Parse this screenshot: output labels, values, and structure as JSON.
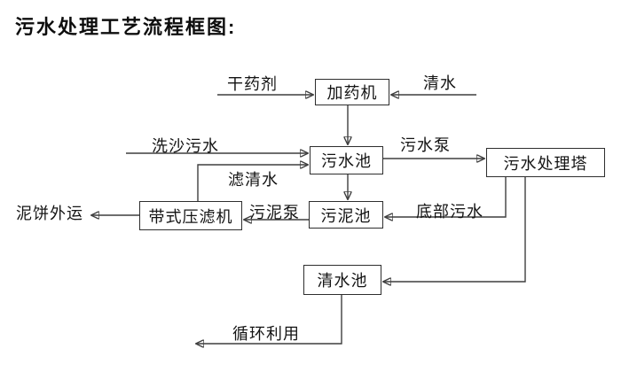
{
  "title": "污水处理工艺流程框图:",
  "diagram": {
    "type": "flowchart",
    "nodes": [
      {
        "id": "dosing-machine",
        "label": "加药机"
      },
      {
        "id": "sewage-pool",
        "label": "污水池"
      },
      {
        "id": "sewage-treatment-tower",
        "label": "污水处理塔"
      },
      {
        "id": "sludge-pool",
        "label": "污泥池"
      },
      {
        "id": "belt-filter-press",
        "label": "带式压滤机"
      },
      {
        "id": "clean-water-pool",
        "label": "清水池"
      }
    ],
    "flow_labels": [
      {
        "id": "dry-agent",
        "label": "干药剂"
      },
      {
        "id": "clean-water",
        "label": "清水"
      },
      {
        "id": "sand-washing-sewage",
        "label": "洗沙污水"
      },
      {
        "id": "sewage-pump",
        "label": "污水泵"
      },
      {
        "id": "filtered-water",
        "label": "滤清水"
      },
      {
        "id": "sludge-pump",
        "label": "污泥泵"
      },
      {
        "id": "bottom-sewage",
        "label": "底部污水"
      },
      {
        "id": "mud-cake-transport",
        "label": "泥饼外运"
      },
      {
        "id": "recycling",
        "label": "循环利用"
      }
    ],
    "edges": [
      {
        "from": "干药剂",
        "to": "加药机"
      },
      {
        "from": "清水",
        "to": "加药机"
      },
      {
        "from": "加药机",
        "to": "污水池"
      },
      {
        "from": "洗沙污水",
        "to": "污水池"
      },
      {
        "from": "带式压滤机",
        "to": "污水池",
        "label": "滤清水"
      },
      {
        "from": "污水池",
        "to": "污水处理塔",
        "label": "污水泵"
      },
      {
        "from": "污水池",
        "to": "污泥池"
      },
      {
        "from": "污水处理塔",
        "to": "污泥池",
        "label": "底部污水"
      },
      {
        "from": "污泥池",
        "to": "带式压滤机",
        "label": "污泥泵"
      },
      {
        "from": "带式压滤机",
        "to": "泥饼外运"
      },
      {
        "from": "污水处理塔",
        "to": "清水池"
      },
      {
        "from": "清水池",
        "to": "循环利用"
      }
    ],
    "colors": {
      "background": "#ffffff",
      "line": "#3f3f3f",
      "box_border": "#2e2e2e",
      "text": "#141414"
    }
  }
}
